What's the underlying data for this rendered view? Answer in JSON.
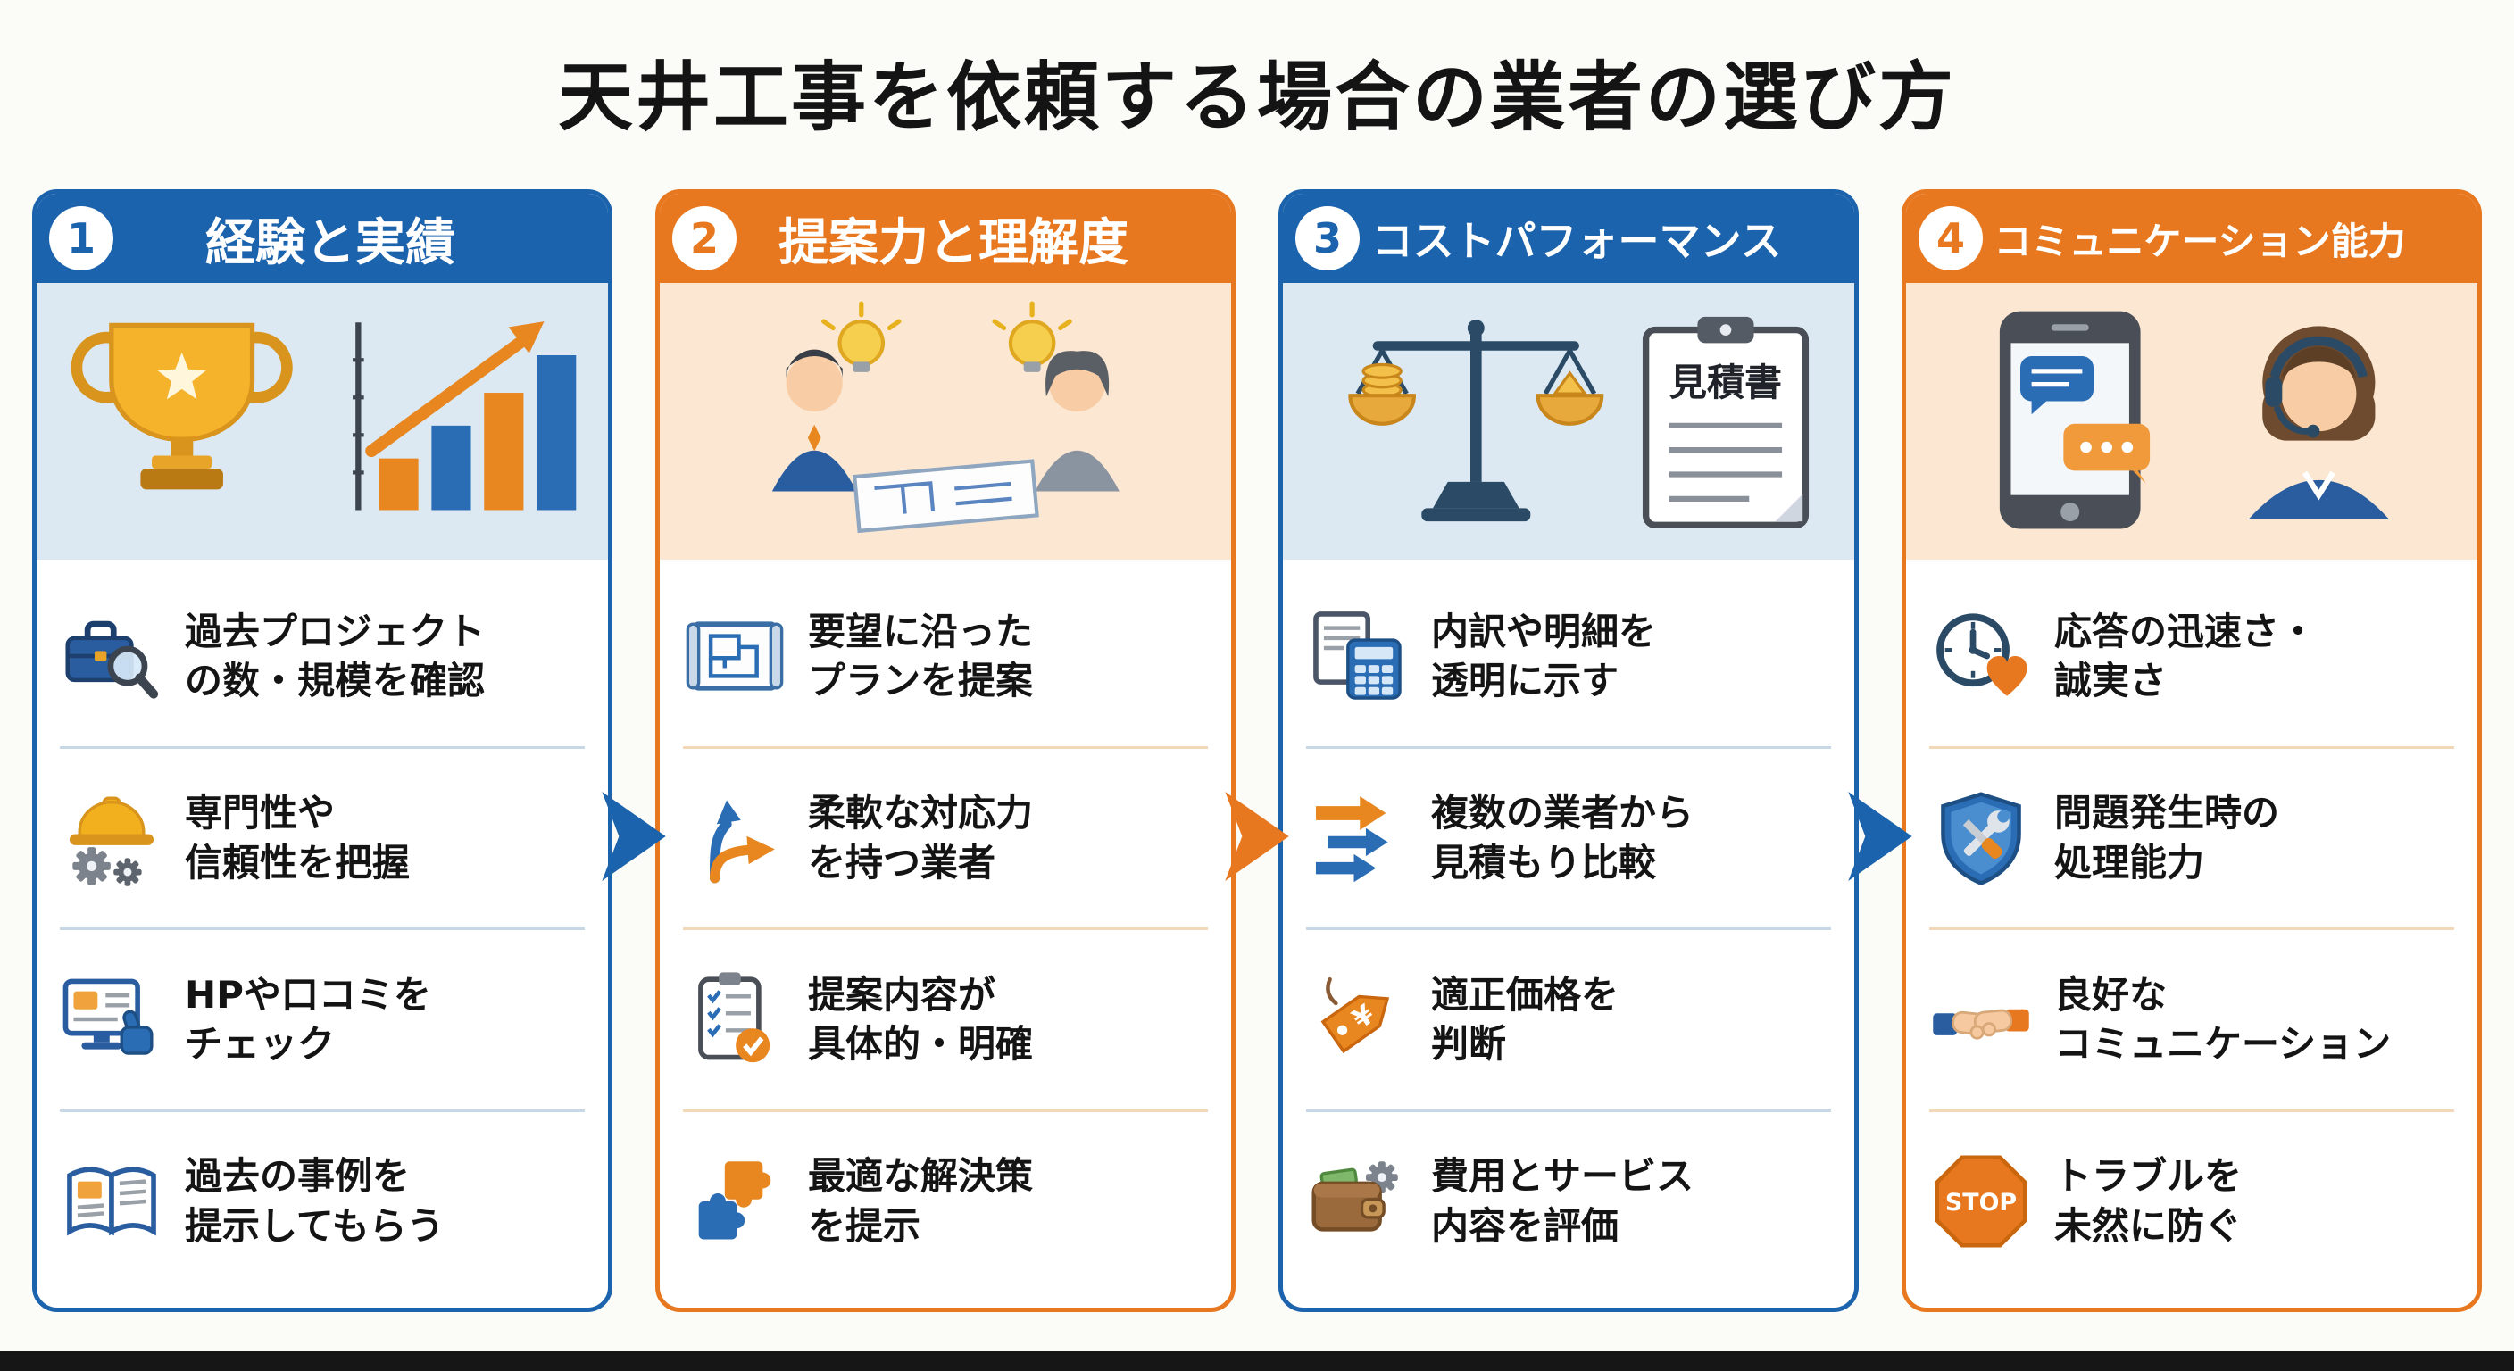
{
  "title": "天井工事を依頼する場合の業者の選び方",
  "colors": {
    "blue": "#1c63ad",
    "orange": "#e8781f",
    "blue_light": "#dce9f3",
    "orange_light": "#fce8d2",
    "divider_blue": "#c7d7e5",
    "divider_orange": "#f2d7b8",
    "ink": "#141414",
    "page_bg": "#fbfbf7"
  },
  "columns": [
    {
      "number": "1",
      "title": "経験と実績",
      "theme": "blue",
      "illustration": "trophy-and-growth-chart",
      "items": [
        {
          "icon": "briefcase-magnifier-icon",
          "text": "過去プロジェクト\nの数・規模を確認"
        },
        {
          "icon": "hardhat-gears-icon",
          "text": "専門性や\n信頼性を把握"
        },
        {
          "icon": "monitor-thumbsup-icon",
          "text": "HPや口コミを\nチェック"
        },
        {
          "icon": "open-book-icon",
          "text": "過去の事例を\n提示してもらう"
        }
      ]
    },
    {
      "number": "2",
      "title": "提案力と理解度",
      "theme": "orange",
      "illustration": "people-discussing-plan",
      "items": [
        {
          "icon": "blueprint-icon",
          "text": "要望に沿った\nプランを提案"
        },
        {
          "icon": "flexible-arrow-icon",
          "text": "柔軟な対応力\nを持つ業者"
        },
        {
          "icon": "checklist-icon",
          "text": "提案内容が\n具体的・明確"
        },
        {
          "icon": "puzzle-icon",
          "text": "最適な解決策\nを提示"
        }
      ]
    },
    {
      "number": "3",
      "title": "コストパフォーマンス",
      "theme": "blue",
      "illustration": "balance-scale-and-estimate",
      "illustration_label": "見積書",
      "items": [
        {
          "icon": "invoice-calculator-icon",
          "text": "内訳や明細を\n透明に示す"
        },
        {
          "icon": "compare-arrows-icon",
          "text": "複数の業者から\n見積もり比較"
        },
        {
          "icon": "price-tag-icon",
          "icon_label": "¥",
          "text": "適正価格を\n判断"
        },
        {
          "icon": "wallet-gear-icon",
          "text": "費用とサービス\n内容を評価"
        }
      ]
    },
    {
      "number": "4",
      "title": "コミュニケーション能力",
      "theme": "orange",
      "illustration": "phone-and-operator",
      "items": [
        {
          "icon": "clock-heart-icon",
          "text": "応答の迅速さ・\n誠実さ"
        },
        {
          "icon": "shield-tools-icon",
          "text": "問題発生時の\n処理能力"
        },
        {
          "icon": "handshake-icon",
          "text": "良好な\nコミュニケーション"
        },
        {
          "icon": "stop-sign-icon",
          "icon_label": "STOP",
          "text": "トラブルを\n未然に防ぐ"
        }
      ]
    }
  ]
}
